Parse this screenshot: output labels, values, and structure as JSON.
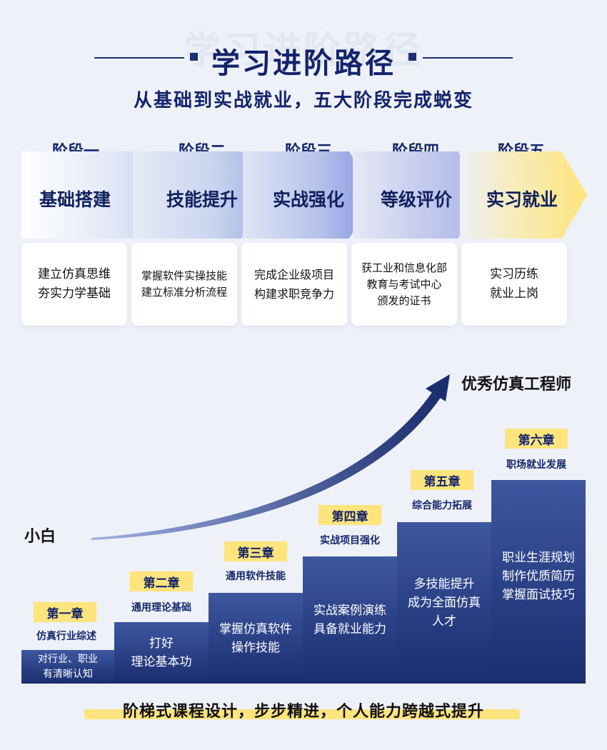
{
  "header": {
    "ghost_title": "学习进阶路径",
    "title": "学习进阶路径",
    "subtitle": "从基础到实战就业，五大阶段完成蜕变"
  },
  "stages": [
    {
      "label": "阶段一",
      "name": "基础搭建",
      "desc": [
        "建立仿真思维",
        "夯实力学基础"
      ]
    },
    {
      "label": "阶段二",
      "name": "技能提升",
      "desc": [
        "掌握软件实操技能",
        "建立标准分析流程"
      ]
    },
    {
      "label": "阶段三",
      "name": "实战强化",
      "desc": [
        "完成企业级项目",
        "构建求职竞争力"
      ]
    },
    {
      "label": "阶段四",
      "name": "等级评价",
      "desc": [
        "获工业和信息化部",
        "教育与考试中心",
        "颁发的证书"
      ]
    },
    {
      "label": "阶段五",
      "name": "实习就业",
      "desc": [
        "实习历练",
        "就业上岗"
      ]
    }
  ],
  "growth": {
    "start_label": "小白",
    "goal_label": "优秀仿真工程师"
  },
  "chapters": [
    {
      "badge": "第一章",
      "subtitle": "仿真行业综述",
      "content": [
        "对行业、职业",
        "有清晰认知"
      ]
    },
    {
      "badge": "第二章",
      "subtitle": "通用理论基础",
      "content": [
        "打好",
        "理论基本功"
      ]
    },
    {
      "badge": "第三章",
      "subtitle": "通用软件技能",
      "content": [
        "掌握仿真软件",
        "操作技能"
      ]
    },
    {
      "badge": "第四章",
      "subtitle": "实战项目强化",
      "content": [
        "实战案例演练",
        "具备就业能力"
      ]
    },
    {
      "badge": "第五章",
      "subtitle": "综合能力拓展",
      "content": [
        "多技能提升",
        "成为全面仿真",
        "人才"
      ]
    },
    {
      "badge": "第六章",
      "subtitle": "职场就业发展",
      "content": [
        "职业生涯规划",
        "制作优质简历",
        "掌握面试技巧"
      ]
    }
  ],
  "tagline": "阶梯式课程设计，步步精进，个人能力跨越式提升",
  "colors": {
    "navy": "#13236b",
    "accent_yellow": "#fde47c",
    "step_gradient_top": "#3d57a0",
    "step_gradient_bottom": "#1a2d6e",
    "background": "#eef1f7"
  }
}
